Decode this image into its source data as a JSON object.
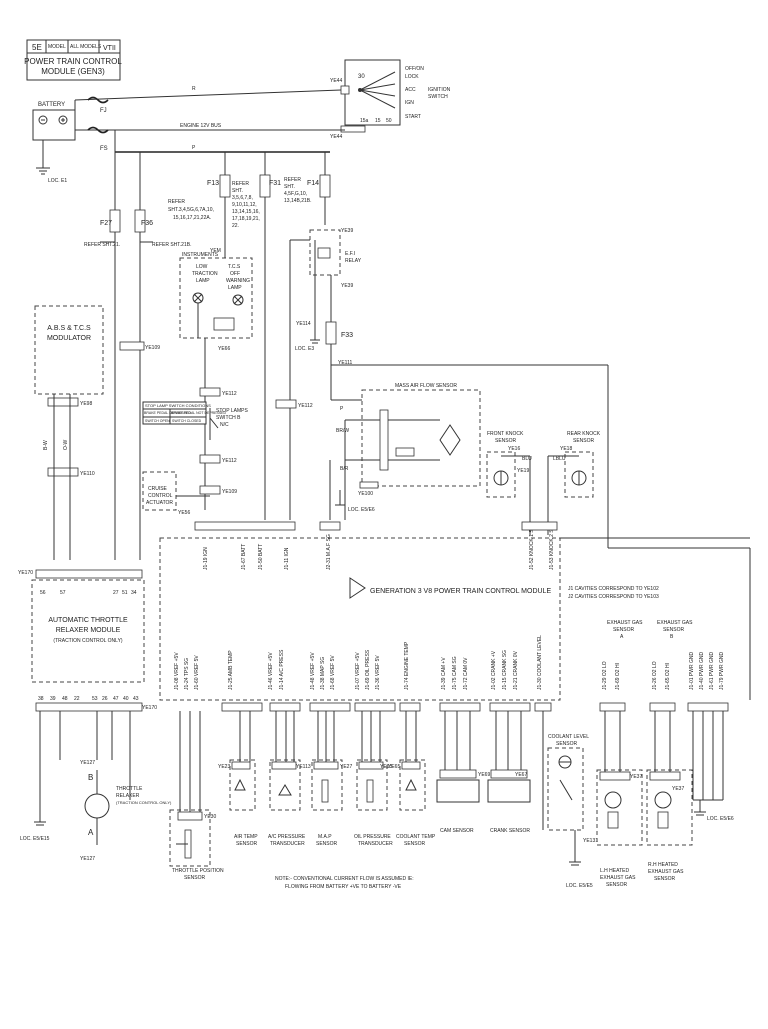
{
  "title_block": {
    "sheet": "5E",
    "model_label": "MODEL",
    "model_value": "ALL MODELS",
    "series": "VTII",
    "title_line1": "POWER TRAIN CONTROL",
    "title_line2": "MODULE (GEN3)"
  },
  "ignition": {
    "connector_top": "YE44",
    "connector_bottom": "YE44",
    "pin_30": "30",
    "pins_bottom": [
      "15a",
      "15",
      "50"
    ],
    "positions": [
      "OFF/ON",
      "LOCK",
      "ACC",
      "IGN",
      "START"
    ],
    "label_line1": "IGNITION",
    "label_line2": "SWITCH"
  },
  "battery": {
    "label": "BATTERY",
    "loc": "LOC. E1"
  },
  "fuses_main": {
    "fj": "FJ",
    "fs": "FS",
    "wire_r": "R",
    "wire_p": "P",
    "engine_bus": "ENGINE 12V BUS"
  },
  "fuses": {
    "f13": "F13",
    "f31": "F31",
    "f14": "F14",
    "f27": "F27",
    "f36": "F36",
    "f33": "F33"
  },
  "refers": {
    "sht21": "REFER SHT.21.",
    "sht21b": "REFER SHT.21B.",
    "f13_line1": "REFER",
    "f13_line2": "SHT.3,4,5G,6,7A,10,",
    "f13_line3": "15,16,17,21,22A.",
    "f31_line1": "REFER",
    "f31_line2": "SHT.",
    "f31_line3": "3,5,6,7,8,",
    "f31_line4": "9,10,11,12,",
    "f31_line5": "13,14,15,16,",
    "f31_line6": "17,18,19,21,",
    "f31_line7": "22.",
    "f14_line1": "REFER",
    "f14_line2": "SHT.",
    "f14_line3": "4,5F,G,10,",
    "f14_line4": "13,14B,21B."
  },
  "instruments": {
    "label": "INSTRUMENTS",
    "lamp1_line1": "LOW",
    "lamp1_line2": "TRACTION",
    "lamp1_line3": "LAMP",
    "lamp2_line1": "T.C.S",
    "lamp2_line2": "OFF",
    "lamp2_line3": "WARNING",
    "lamp2_line4": "LAMP",
    "conn": "YE66",
    "conn_top": "YEM"
  },
  "efi_relay": {
    "label_line1": "E.F.I",
    "label_line2": "RELAY",
    "conn1": "YE39",
    "conn2": "YE39",
    "conn3": "YE114",
    "conn4": "YE111",
    "loc": "LOC. E3"
  },
  "abs": {
    "line1": "A.B.S & T.C.S",
    "line2": "MODULATOR",
    "conn1": "YE98",
    "conn2": "YE110",
    "conn3": "YE109",
    "wire1": "B-W",
    "wire2": "O-W"
  },
  "stop_lamp": {
    "table_title": "STOP LAMP SWITCH CONDITIONS",
    "row1_a": "BRAKE PEDAL DEPRESSED",
    "row1_b": "BRAKE PEDAL NOT DEPRESSED",
    "row2_a": "SWITCH OPEN",
    "row2_b": "SWITCH CLOSED",
    "label_line1": "STOP LAMPS",
    "label_line2": "SWITCH B",
    "label_line3": "N/C",
    "conn1": "YE112",
    "conn2": "YE112",
    "conn3": "YE112"
  },
  "cruise": {
    "line1": "CRUISE",
    "line2": "CONTROL",
    "line3": "ACTUATOR",
    "conn1": "YE109",
    "conn2": "YE56"
  },
  "maf": {
    "label": "MASS AIR FLOW SENSOR",
    "conn": "YE100",
    "loc": "LOC. E5/E6",
    "wire_p": "P",
    "wire1": "BR/W",
    "wire2": "B/R"
  },
  "knock": {
    "front_line1": "FRONT KNOCK",
    "front_line2": "SENSOR",
    "rear_line1": "REAR KNOCK",
    "rear_line2": "SENSOR",
    "front_conn": "YE16",
    "rear_conn": "YE18",
    "front_conn2": "YE19",
    "wire_blu": "BLU",
    "wire_lblu": "LBLU"
  },
  "pcm": {
    "title": "GENERATION 3 V8 POWER TRAIN CONTROL MODULE",
    "note1": "J1 CAVITIES CORRESPOND TO YE102",
    "note2": "J2 CAVITIES CORRESPOND TO YE103",
    "top_pins": [
      "J1-19 IGN",
      "J1-67 BATT",
      "J1-50 BATT",
      "J1-11 IGN",
      "J2-31 M.A.F SG",
      "J1-52 KNOCK 1 SG",
      "J1-53 KNOCK 2 SG"
    ],
    "bottom_pins": [
      "J1-08 VREF +5V",
      "J1-24 TPS SG",
      "J1-60 VREF 5V",
      "J1-25 AMB TEMP",
      "J1-46 VREF +5V",
      "J1-14 A/C PRESS",
      "J1-48 VREF +5V",
      "J1-38 MAP SG",
      "J1-68 VREF 5V",
      "J1-07 VREF +5V",
      "J1-69 OIL PRESS",
      "J1-36 VREF 5V",
      "J1-74 ENGINE TEMP",
      "J1-39 CAM +V",
      "J1-75 CAM SG",
      "J1-72 CAM 0V",
      "J1-02 CRANK +V",
      "J1-15 CRANK SG",
      "J1-21 CRANK 0V",
      "J1-30 COOLANT LEVEL",
      "J1-29 O2 LO",
      "J1-69 O2 HI",
      "J1-26 O2 LO",
      "J1-65 O2 HI",
      "J1-01 PWR GND",
      "J1-40 PWR GND",
      "J1-61 PWR GND",
      "J1-79 PWR GND"
    ]
  },
  "atr": {
    "line1": "AUTOMATIC THROTTLE",
    "line2": "RELAXER MODULE",
    "line3": "(TRACTION CONTROL ONLY)",
    "conn_top": "YE170",
    "conn_bottom": "YE170",
    "top_pins": [
      "56",
      "57",
      "27",
      "51",
      "34"
    ],
    "bottom_pins": [
      "38",
      "39",
      "48",
      "22",
      "53",
      "26",
      "47",
      "40",
      "43"
    ]
  },
  "throttle": {
    "relaxer_line1": "THROTTLE",
    "relaxer_line2": "RELAXER",
    "relaxer_line3": "(TRACTION CONTROL ONLY)",
    "pos_line1": "THROTTLE POSITION",
    "pos_line2": "SENSOR",
    "conn_top": "YE127",
    "conn_bottom": "YE127",
    "conn_tps": "YE30",
    "loc": "LOC. E5/E15",
    "b": "B",
    "a": "A"
  },
  "sensors": {
    "air_temp_line1": "AIR TEMP",
    "air_temp_line2": "SENSOR",
    "ac_line1": "A/C PRESSURE",
    "ac_line2": "TRANSDUCER",
    "map_line1": "M.A.P",
    "map_line2": "SENSOR",
    "oil_line1": "OIL PRESSURE",
    "oil_line2": "TRANSDUCER",
    "coolant_temp_line1": "COOLANT TEMP",
    "coolant_temp_line2": "SENSOR",
    "cam": "CAM SENSOR",
    "crank": "CRANK SENSOR",
    "coolant_level_line1": "COOLANT LEVEL",
    "coolant_level_line2": "SENSOR",
    "lh_line1": "L.H HEATED",
    "lh_line2": "EXHAUST GAS",
    "lh_line3": "SENSOR",
    "rh_line1": "R.H HEATED",
    "rh_line2": "EXHAUST GAS",
    "rh_line3": "SENSOR",
    "eg_a_line1": "EXHAUST GAS",
    "eg_a_line2": "SENSOR",
    "eg_a_line3": "A",
    "eg_b_line1": "EXHAUST GAS",
    "eg_b_line2": "SENSOR",
    "eg_b_line3": "B",
    "conn_air": "YE23",
    "conn_ac": "YE113",
    "conn_map": "YE27",
    "conn_oil": "YE13",
    "conn_ct": "YE65",
    "conn_cam": "YE69",
    "conn_crank": "YE67",
    "conn_cl": "YE131",
    "conn_lh": "YE37",
    "conn_rh": "YE37",
    "loc_cl": "LOC. E5/E5",
    "loc_gnd": "LOC. E5/E6"
  },
  "note": {
    "line1": "NOTE:- CONVENTIONAL CURRENT FLOW IS ASSUMED IE:",
    "line2": "FLOWING FROM BATTERY +VE TO BATTERY -VE"
  }
}
